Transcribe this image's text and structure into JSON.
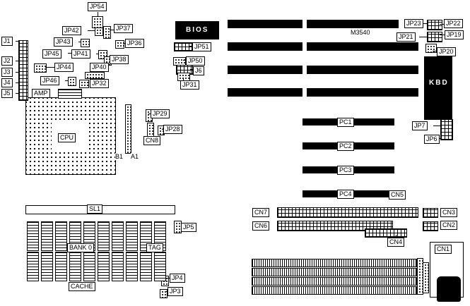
{
  "diagram": {
    "type": "motherboard-layout-diagram",
    "board_model": "M3540",
    "labels": [
      {
        "id": "jp54",
        "text": "JP54"
      },
      {
        "id": "jp42",
        "text": "JP42"
      },
      {
        "id": "jp37",
        "text": "JP37"
      },
      {
        "id": "jp43",
        "text": "JP43"
      },
      {
        "id": "jp36",
        "text": "JP36"
      },
      {
        "id": "jp45",
        "text": "JP45"
      },
      {
        "id": "jp41",
        "text": "JP41"
      },
      {
        "id": "jp38",
        "text": "JP38"
      },
      {
        "id": "jp44",
        "text": "JP44"
      },
      {
        "id": "jp40",
        "text": "JP40"
      },
      {
        "id": "jp46",
        "text": "JP46"
      },
      {
        "id": "jp32",
        "text": "JP32"
      },
      {
        "id": "j1",
        "text": "J1"
      },
      {
        "id": "j2",
        "text": "J2"
      },
      {
        "id": "j3",
        "text": "J3"
      },
      {
        "id": "j4",
        "text": "J4"
      },
      {
        "id": "j5",
        "text": "J5"
      },
      {
        "id": "amp",
        "text": "AMP"
      },
      {
        "id": "cpu",
        "text": "CPU"
      },
      {
        "id": "jp29",
        "text": "JP29"
      },
      {
        "id": "jp28",
        "text": "JP28"
      },
      {
        "id": "cn8",
        "text": "CN8"
      },
      {
        "id": "bios",
        "text": "BIOS"
      },
      {
        "id": "jp51",
        "text": "JP51"
      },
      {
        "id": "jp50",
        "text": "JP50"
      },
      {
        "id": "j6",
        "text": "J6"
      },
      {
        "id": "jp31",
        "text": "JP31"
      },
      {
        "id": "jp23",
        "text": "JP23"
      },
      {
        "id": "jp22",
        "text": "JP22"
      },
      {
        "id": "jp21",
        "text": "JP21"
      },
      {
        "id": "jp19",
        "text": "JP19"
      },
      {
        "id": "jp20",
        "text": "JP20"
      },
      {
        "id": "kbd",
        "text": "KBD"
      },
      {
        "id": "jp7",
        "text": "JP7"
      },
      {
        "id": "jp6",
        "text": "JP6"
      },
      {
        "id": "pc1",
        "text": "PC1"
      },
      {
        "id": "pc2",
        "text": "PC2"
      },
      {
        "id": "pc3",
        "text": "PC3"
      },
      {
        "id": "pc4",
        "text": "PC4"
      },
      {
        "id": "cn5",
        "text": "CN5"
      },
      {
        "id": "cn7",
        "text": "CN7"
      },
      {
        "id": "cn3",
        "text": "CN3"
      },
      {
        "id": "cn6",
        "text": "CN6"
      },
      {
        "id": "cn2",
        "text": "CN2"
      },
      {
        "id": "cn4",
        "text": "CN4"
      },
      {
        "id": "sl1",
        "text": "SL1"
      },
      {
        "id": "jp5",
        "text": "JP5"
      },
      {
        "id": "bank0",
        "text": "BANK 0"
      },
      {
        "id": "tag",
        "text": "TAG"
      },
      {
        "id": "cache",
        "text": "CACHE"
      },
      {
        "id": "jp4",
        "text": "JP4"
      },
      {
        "id": "jp3",
        "text": "JP3"
      },
      {
        "id": "cn1",
        "text": "CN1"
      },
      {
        "id": "b1",
        "text": "B1"
      },
      {
        "id": "a1",
        "text": "A1"
      },
      {
        "id": "m3540",
        "text": "M3540"
      }
    ],
    "slots": {
      "isa_slot_count": 4,
      "pci_slot_count": 4,
      "pci_slot_labels": [
        "PC1",
        "PC2",
        "PC3",
        "PC4"
      ],
      "dram_simm_count": 4,
      "cache_chip_rows": 2,
      "cache_chips_per_row": 10
    }
  }
}
